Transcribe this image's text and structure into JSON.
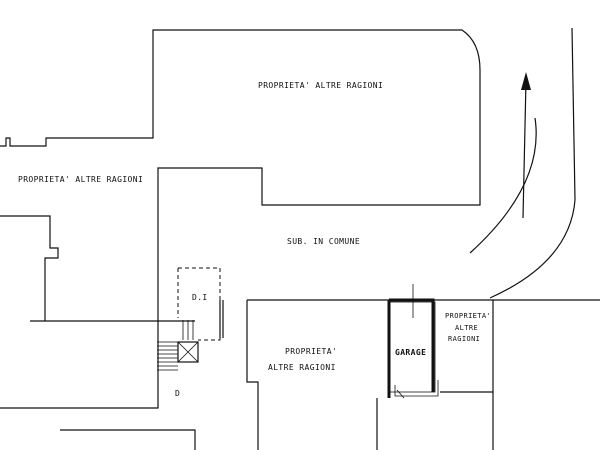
{
  "plan": {
    "labels": {
      "prop_top": "PROPRIETA' ALTRE RAGIONI",
      "prop_left": "PROPRIETA' ALTRE RAGIONI",
      "sub_comune": "SUB. IN COMUNE",
      "di": "D.I",
      "prop_bottom_line1": "PROPRIETA'",
      "prop_bottom_line2": "ALTRE RAGIONI",
      "garage": "GARAGE",
      "prop_right_line1": "PROPRIETA'",
      "prop_right_line2": "ALTRE",
      "prop_right_line3": "RAGIONI",
      "letter_d": "D"
    },
    "icons": {
      "direction_arrow": "arrow-up-icon",
      "stair": "staircase-icon"
    },
    "colors": {
      "ink": "#111111",
      "paper": "#ffffff"
    }
  }
}
